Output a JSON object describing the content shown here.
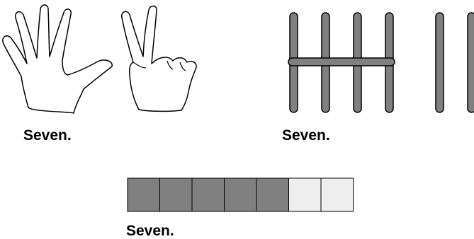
{
  "panels": {
    "fingers": {
      "label": "Seven.",
      "hands": [
        {
          "fingers_raised": 5
        },
        {
          "fingers_raised": 2
        }
      ]
    },
    "tally": {
      "label": "Seven.",
      "groups": [
        {
          "marks": 5,
          "crossed": true
        },
        {
          "marks": 2,
          "crossed": false
        }
      ]
    },
    "ten_frame": {
      "label": "Seven.",
      "total_cells": 7,
      "filled_cells": 5
    }
  },
  "colors": {
    "stroke": "#000000",
    "mark_fill": "#808080",
    "empty_cell": "#eeeeee",
    "outline": "#000000"
  }
}
